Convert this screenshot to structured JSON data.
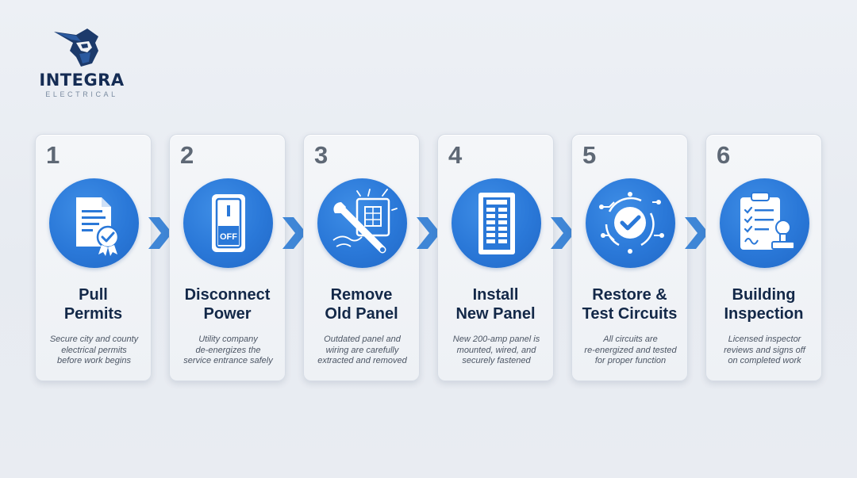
{
  "brand": {
    "name": "INTEGRA",
    "subtitle": "ELECTRICAL",
    "logo_icon": "knight-helmet-icon"
  },
  "colors": {
    "accent": "#2a78d8",
    "arrow": "#3f86d6",
    "title_text": "#132848",
    "number_text": "#5e6875"
  },
  "steps": [
    {
      "number": "1",
      "title": [
        "Pull",
        "Permits"
      ],
      "description": [
        "Secure city and county",
        "electrical permits",
        "before work begins"
      ],
      "icon": "permit-document-icon"
    },
    {
      "number": "2",
      "title": [
        "Disconnect",
        "Power"
      ],
      "description": [
        "Utility company",
        "de-energizes the",
        "service entrance safely"
      ],
      "icon": "power-switch-icon",
      "icon_text": "OFF"
    },
    {
      "number": "3",
      "title": [
        "Remove",
        "Old Panel"
      ],
      "description": [
        "Outdated panel and",
        "wiring are carefully",
        "extracted and removed"
      ],
      "icon": "wrench-panel-icon"
    },
    {
      "number": "4",
      "title": [
        "Install",
        "New Panel"
      ],
      "description": [
        "New 200-amp panel is",
        "mounted, wired, and",
        "securely fastened"
      ],
      "icon": "breaker-panel-icon"
    },
    {
      "number": "5",
      "title": [
        "Restore &",
        "Test Circuits"
      ],
      "description": [
        "All circuits are",
        "re-energized and tested",
        "for proper function"
      ],
      "icon": "circuit-check-icon"
    },
    {
      "number": "6",
      "title": [
        "Building",
        "Inspection"
      ],
      "description": [
        "Licensed inspector",
        "reviews and signs off",
        "on completed work"
      ],
      "icon": "clipboard-stamp-icon"
    }
  ]
}
